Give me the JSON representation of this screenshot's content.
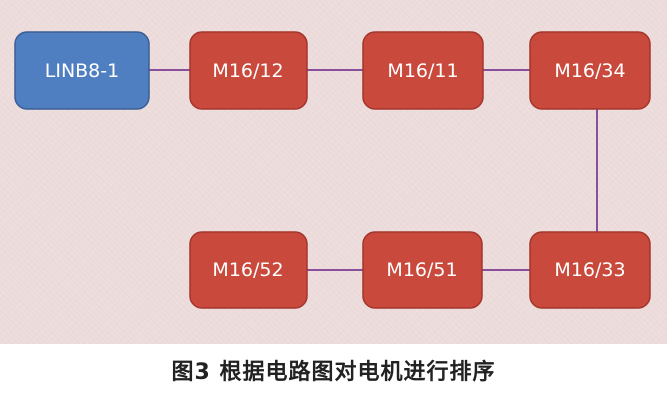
{
  "diagram": {
    "nodes": [
      {
        "id": "linb8-1",
        "label": "LINB8-1",
        "kind": "source"
      },
      {
        "id": "m16-12",
        "label": "M16/12",
        "kind": "motor"
      },
      {
        "id": "m16-11",
        "label": "M16/11",
        "kind": "motor"
      },
      {
        "id": "m16-34",
        "label": "M16/34",
        "kind": "motor"
      },
      {
        "id": "m16-33",
        "label": "M16/33",
        "kind": "motor"
      },
      {
        "id": "m16-51",
        "label": "M16/51",
        "kind": "motor"
      },
      {
        "id": "m16-52",
        "label": "M16/52",
        "kind": "motor"
      }
    ],
    "edges": [
      {
        "from": "linb8-1",
        "to": "m16-12"
      },
      {
        "from": "m16-12",
        "to": "m16-11"
      },
      {
        "from": "m16-11",
        "to": "m16-34"
      },
      {
        "from": "m16-34",
        "to": "m16-33"
      },
      {
        "from": "m16-33",
        "to": "m16-51"
      },
      {
        "from": "m16-51",
        "to": "m16-52"
      }
    ]
  },
  "colors": {
    "source_fill": "#4f7fc0",
    "source_stroke": "#3a5f93",
    "motor_fill": "#c9493c",
    "motor_stroke": "#a3362c",
    "connector": "#8a4f9a"
  },
  "caption": "图3 根据电路图对电机进行排序"
}
